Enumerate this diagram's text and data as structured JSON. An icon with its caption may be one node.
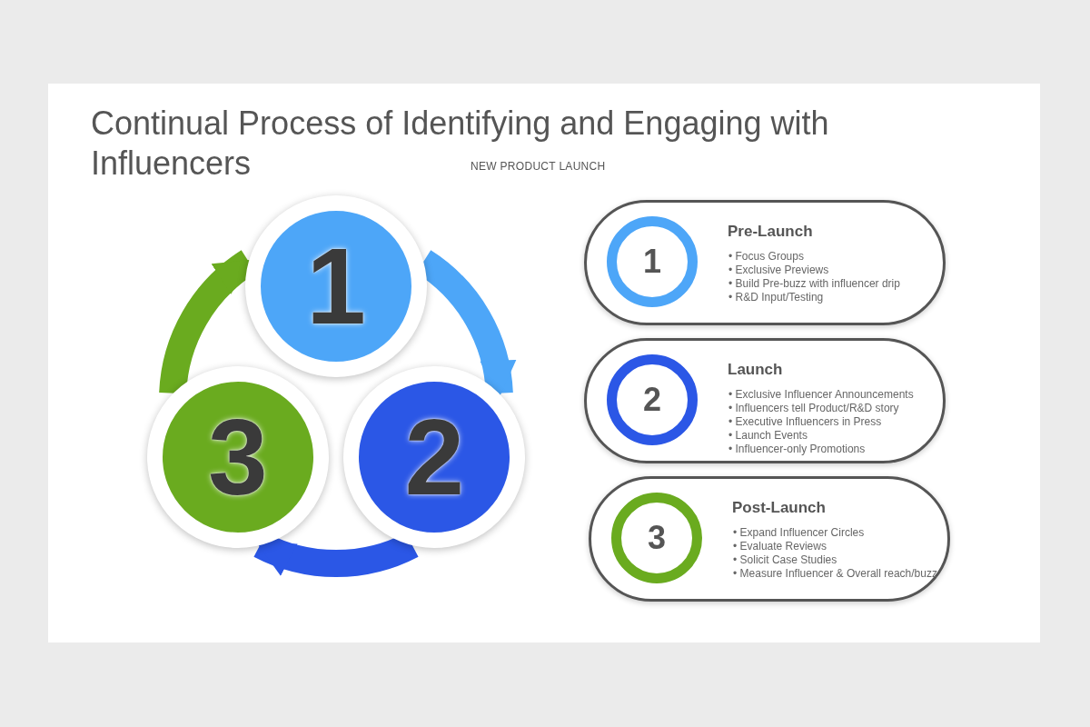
{
  "diagram": {
    "title": "Continual Process of Identifying and Engaging with Influencers",
    "nodes": [
      {
        "text": [
          "1"
        ]
      },
      {
        "text": [
          "2"
        ]
      },
      {
        "text": [
          "3"
        ]
      },
      {
        "text": [
          "Pre-Launch",
          "• Focus Groups",
          "• Exclusive Previews",
          "• Build Pre-buzz with influencer drip",
          "• R&D Input/Testing"
        ]
      },
      {
        "text": [
          "1"
        ],
        "in": 3
      },
      {
        "text": [
          "Launch",
          "• Exclusive Influencer Announcements",
          "• Influencers tell Product/R&D story",
          "• Executive Influencers in Press",
          "• Launch Events",
          "• Influencer-only Promotions"
        ]
      },
      {
        "text": [
          "2"
        ],
        "in": 5
      },
      {
        "text": [
          "Post-Launch",
          "• Expand Influencer Circles",
          "• Evaluate Reviews",
          "• Solicit Case Studies",
          "• Measure Influencer & Overall reach/buzz"
        ]
      },
      {
        "text": [
          "3"
        ],
        "in": 7
      }
    ],
    "edges": [
      {
        "from": 0,
        "to": 1,
        "arrow": "to",
        "color": "#4da6f8"
      },
      {
        "from": 1,
        "to": 2,
        "arrow": "to",
        "color": "#2b57e6"
      },
      {
        "from": 2,
        "to": 0,
        "arrow": "to",
        "color": "#6aab1f"
      }
    ],
    "labels": [
      "NEW PRODUCT LAUNCH"
    ]
  }
}
